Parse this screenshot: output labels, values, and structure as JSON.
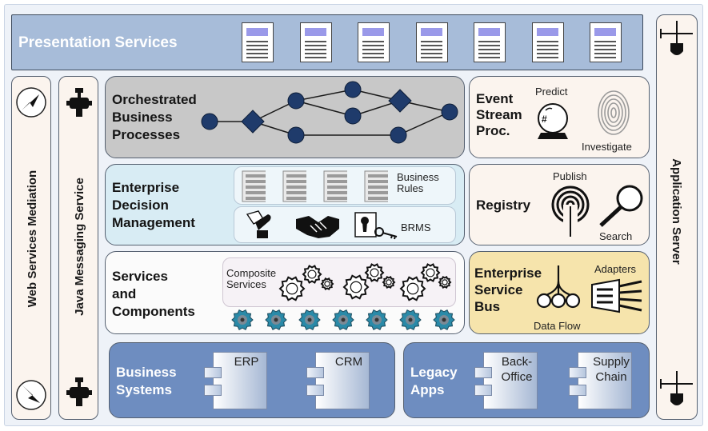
{
  "presentation": {
    "title": "Presentation Services",
    "doc_count": 7
  },
  "sidebars": {
    "web_services": "Web Services Mediation",
    "jms": "Java Messaging Service",
    "app_server": "Application Server"
  },
  "orchestrated": {
    "title_lines": [
      "Orchestrated",
      "Business",
      "Processes"
    ]
  },
  "event": {
    "title_lines": [
      "Event",
      "Stream",
      "Proc."
    ],
    "predict": "Predict",
    "investigate": "Investigate"
  },
  "decision": {
    "title_lines": [
      "Enterprise",
      "Decision",
      "Management"
    ],
    "business_rules_lines": [
      "Business",
      "Rules"
    ],
    "brms": "BRMS"
  },
  "registry": {
    "title": "Registry",
    "publish": "Publish",
    "search": "Search"
  },
  "services": {
    "title_lines": [
      "Services",
      "and",
      "Components"
    ],
    "composite_lines": [
      "Composite",
      "Services"
    ]
  },
  "esb": {
    "title_lines": [
      "Enterprise",
      "Service",
      "Bus"
    ],
    "adapters": "Adapters",
    "data_flow": "Data Flow"
  },
  "business_systems": {
    "title_lines": [
      "Business",
      "Systems"
    ],
    "erp": "ERP",
    "crm": "CRM"
  },
  "legacy": {
    "title_lines": [
      "Legacy",
      "Apps"
    ],
    "back_office_lines": [
      "Back-",
      "Office"
    ],
    "supply_chain_lines": [
      "Supply",
      "Chain"
    ]
  },
  "colors": {
    "band_blue": "#a7bcd9",
    "dark_blue": "#6e8dc0",
    "node_navy": "#1f3b6b",
    "grey_panel": "#c8c8c8",
    "light_cyan": "#d8ecf4",
    "esb_yellow": "#f6e4ac",
    "gear_teal": "#2a8aa8",
    "cream": "#fbf4ee"
  }
}
